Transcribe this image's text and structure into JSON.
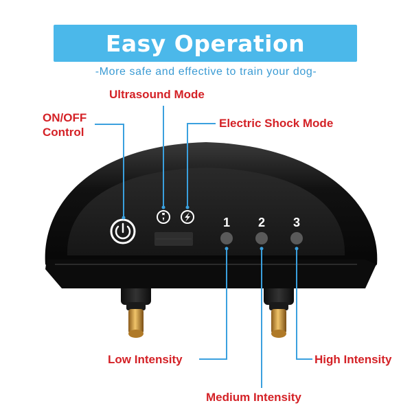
{
  "header": {
    "title": "Easy Operation",
    "subtitle": "-More safe and effective to train your dog-"
  },
  "labels": {
    "ultrasound_mode": "Ultrasound Mode",
    "onoff_line1": "ON/OFF",
    "onoff_line2": "Control",
    "electric_shock_mode": "Electric Shock Mode",
    "low_intensity": "Low Intensity",
    "medium_intensity": "Medium Intensity",
    "high_intensity": "High Intensity"
  },
  "device": {
    "level_numbers": [
      "1",
      "2",
      "3"
    ]
  },
  "colors": {
    "banner": "#4bb8ea",
    "subtitle": "#3a9bd4",
    "label_text": "#d42126",
    "callout_line": "#3aa0de",
    "device_body": "#141414",
    "contacts": "#c8902f"
  },
  "icons": [
    "power-icon",
    "ultrasound-icon",
    "lightning-icon"
  ]
}
